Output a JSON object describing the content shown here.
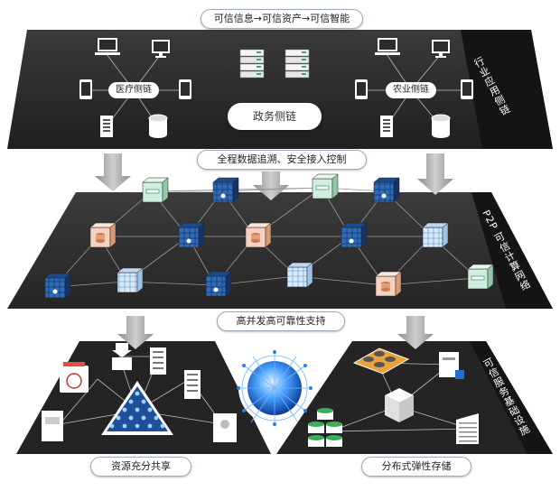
{
  "labels": {
    "top_banner": "可信信息→可信资产→可信智能",
    "middle_banner": "全程数据追溯、安全接入控制",
    "lower_banner": "高并发高可靠性支持",
    "left_bottom": "资源充分共享",
    "right_bottom": "分布式弹性存储"
  },
  "layers": {
    "top": {
      "side_label": "行业应用侧链"
    },
    "middle": {
      "side_label": "P2P 可信计算网络"
    },
    "bottom": {
      "side_label": "可信服务基础设施"
    }
  },
  "nodes": {
    "medical_chain": "医疗侧链",
    "agri_chain": "农业侧链",
    "gov_chain": "政务侧链"
  },
  "colors": {
    "dark_panel": "#2c2c2c",
    "side_strip": "#151515",
    "arrow": "#a9a9a9",
    "globe": "#1e6fd8"
  },
  "icons": {
    "top_devices": [
      "monitor-icon",
      "desktop-icon",
      "tablet-icon",
      "server-tower-icon",
      "database-icon"
    ],
    "middle_nodes": [
      "blue-cube-icon",
      "green-cube-icon",
      "orange-cube-icon",
      "light-blue-cube-icon"
    ],
    "bottom_left": [
      "printer-icon",
      "download-server-icon",
      "server-icon",
      "pyramid-network-icon",
      "storage-icon"
    ],
    "bottom_right": [
      "disk-array-icon",
      "computer-icon",
      "cube-icon",
      "database-stack-icon",
      "building-icon"
    ]
  }
}
